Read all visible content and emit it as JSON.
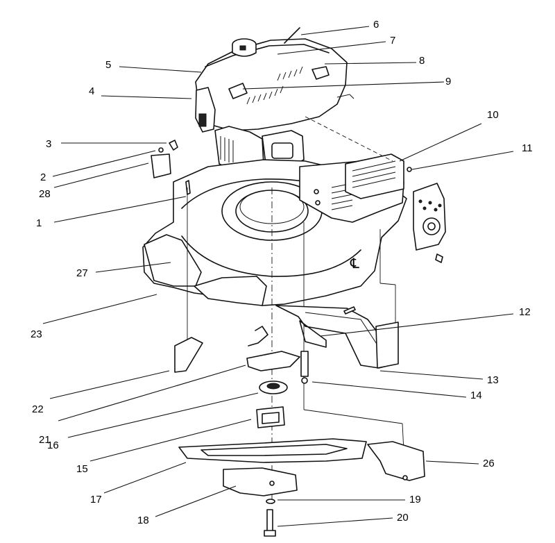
{
  "callouts": [
    {
      "id": "c1",
      "label": "1"
    },
    {
      "id": "c2",
      "label": "2"
    },
    {
      "id": "c3",
      "label": "3"
    },
    {
      "id": "c4",
      "label": "4"
    },
    {
      "id": "c5",
      "label": "5"
    },
    {
      "id": "c6",
      "label": "6"
    },
    {
      "id": "c7",
      "label": "7"
    },
    {
      "id": "c8",
      "label": "8"
    },
    {
      "id": "c9",
      "label": "9"
    },
    {
      "id": "c10",
      "label": "10"
    },
    {
      "id": "c11",
      "label": "11"
    },
    {
      "id": "c12",
      "label": "12"
    },
    {
      "id": "c13",
      "label": "13"
    },
    {
      "id": "c14",
      "label": "14"
    },
    {
      "id": "c15",
      "label": "15"
    },
    {
      "id": "c16",
      "label": "16"
    },
    {
      "id": "c17",
      "label": "17"
    },
    {
      "id": "c18",
      "label": "18"
    },
    {
      "id": "c19",
      "label": "19"
    },
    {
      "id": "c20",
      "label": "20"
    },
    {
      "id": "c21",
      "label": "21"
    },
    {
      "id": "c22",
      "label": "22"
    },
    {
      "id": "c23",
      "label": "23"
    },
    {
      "id": "c26",
      "label": "26"
    },
    {
      "id": "c27",
      "label": "27"
    },
    {
      "id": "c28",
      "label": "28"
    }
  ],
  "centerline_symbol": "℄"
}
